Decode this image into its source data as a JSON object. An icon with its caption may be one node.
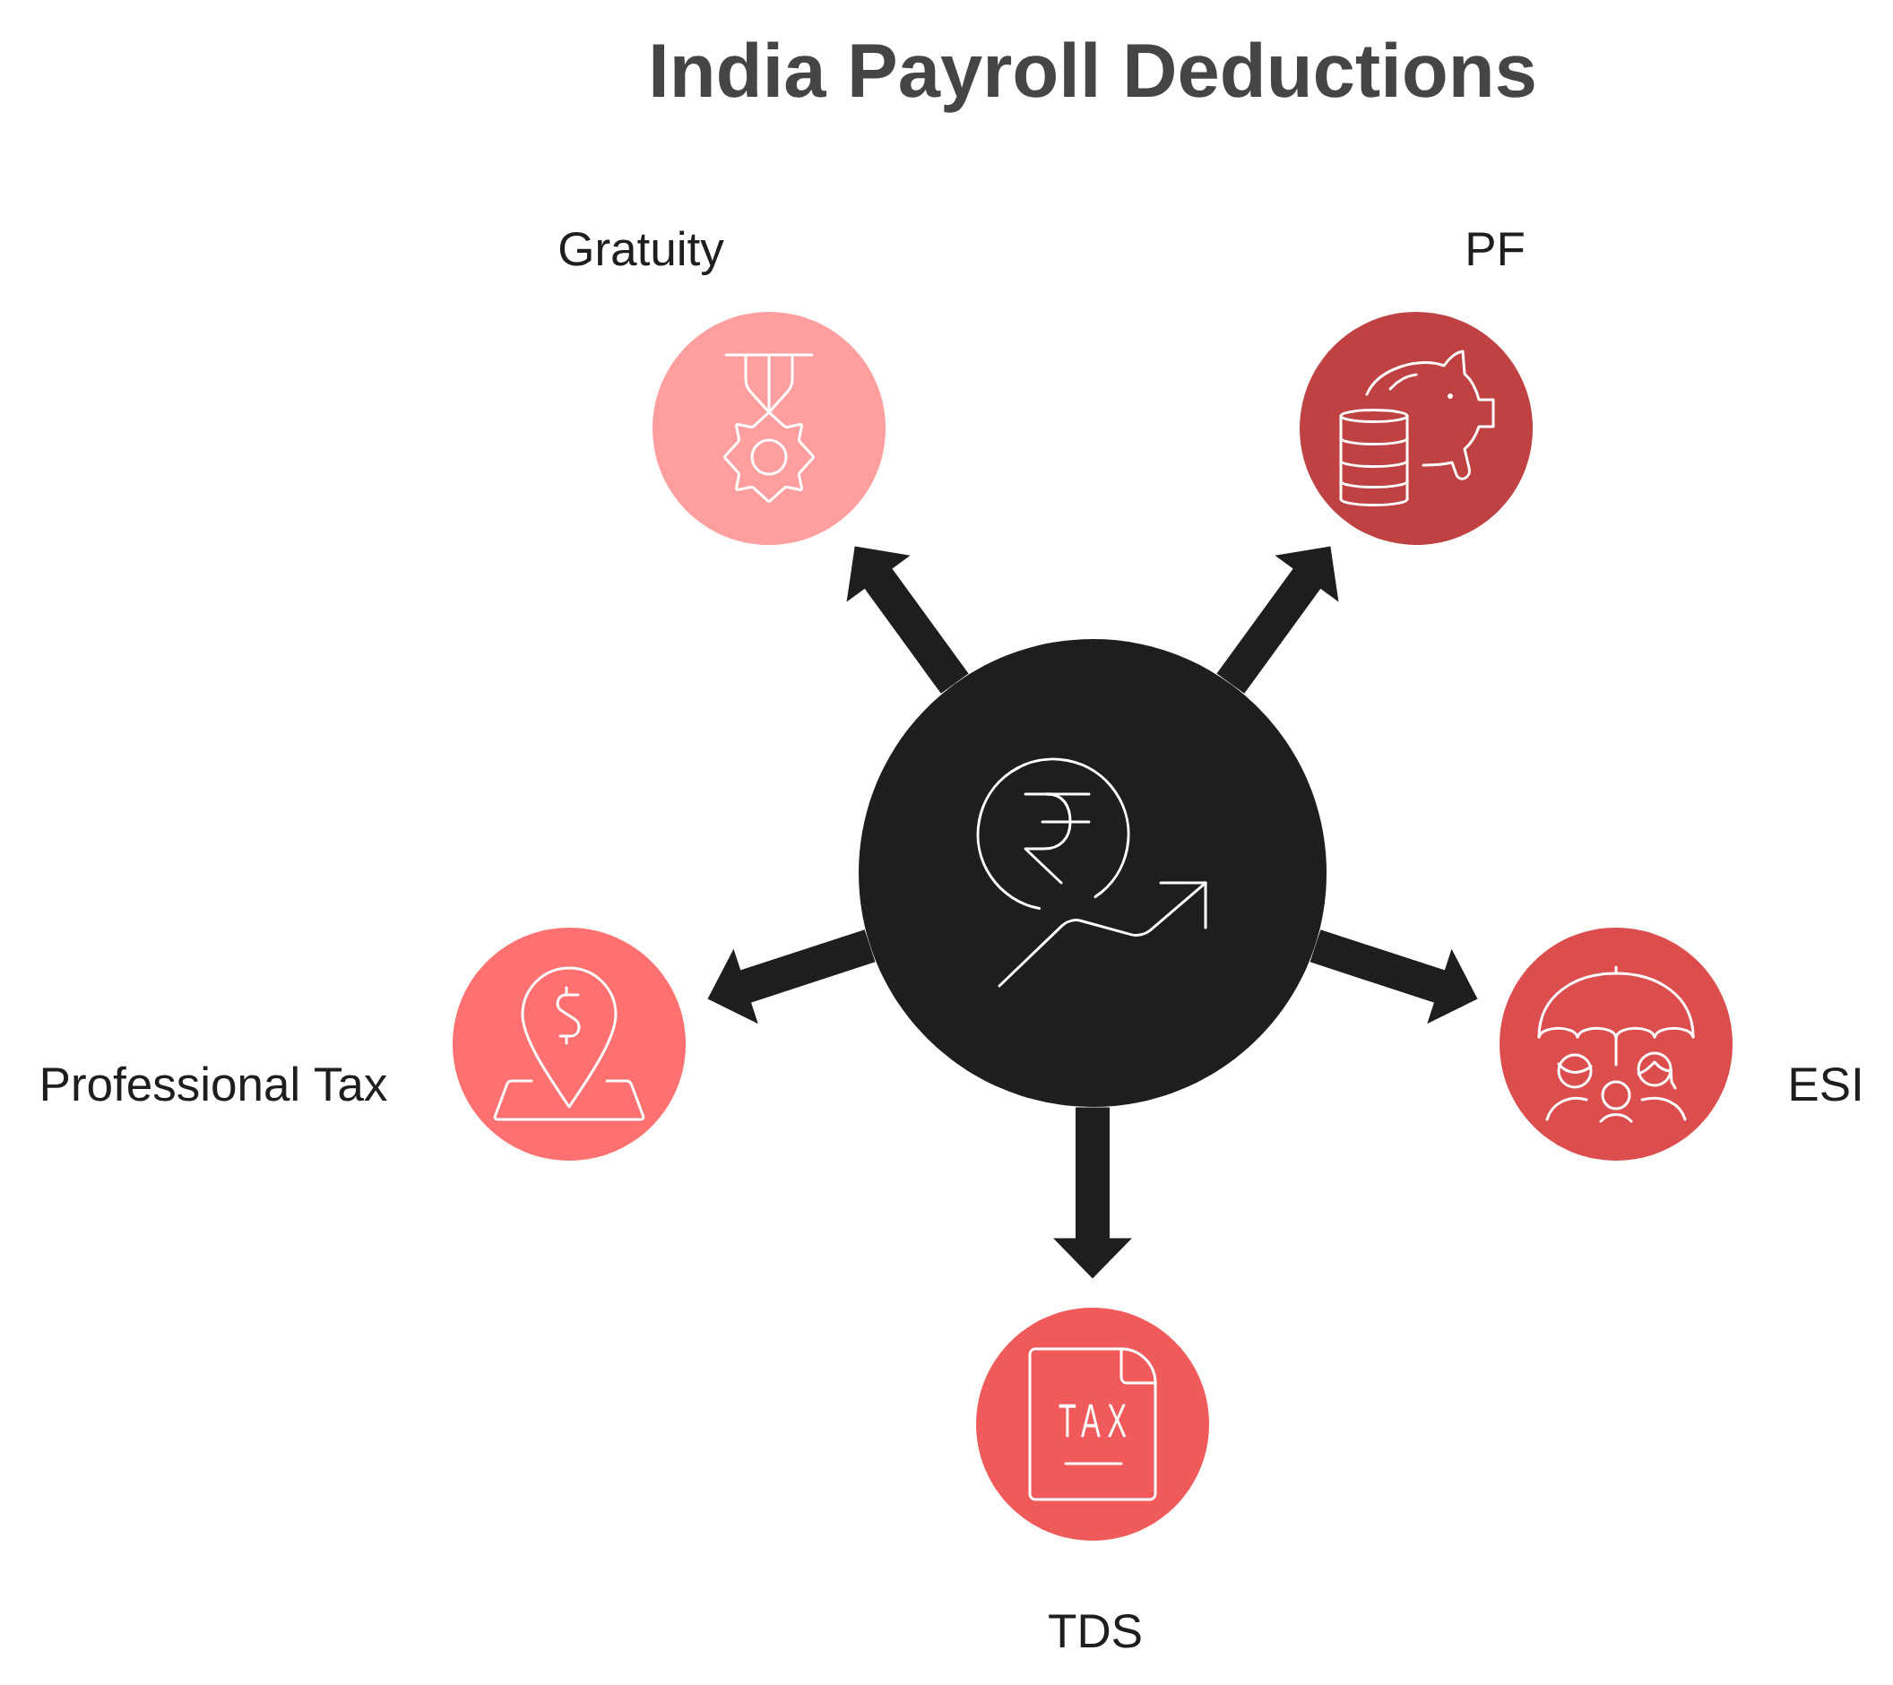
{
  "diagram": {
    "title": "India Payroll Deductions",
    "nodes": [
      {
        "text": [
          "Gratuity"
        ]
      },
      {
        "text": [
          "PF"
        ]
      },
      {
        "text": [],
        "shape": "circle"
      },
      {
        "text": [
          "Professional Tax"
        ]
      },
      {
        "text": [
          "ESI"
        ]
      },
      {
        "text": [
          "TDS"
        ]
      }
    ],
    "edges": [
      {
        "from": 2,
        "to": 0,
        "arrow": "to"
      },
      {
        "from": 2,
        "to": 1,
        "arrow": "to"
      },
      {
        "from": 2,
        "to": 3,
        "arrow": "to"
      },
      {
        "from": 2,
        "to": 4,
        "arrow": "to"
      },
      {
        "from": 2,
        "to": 5,
        "arrow": "to"
      }
    ],
    "labels": [
      "TAX"
    ]
  }
}
